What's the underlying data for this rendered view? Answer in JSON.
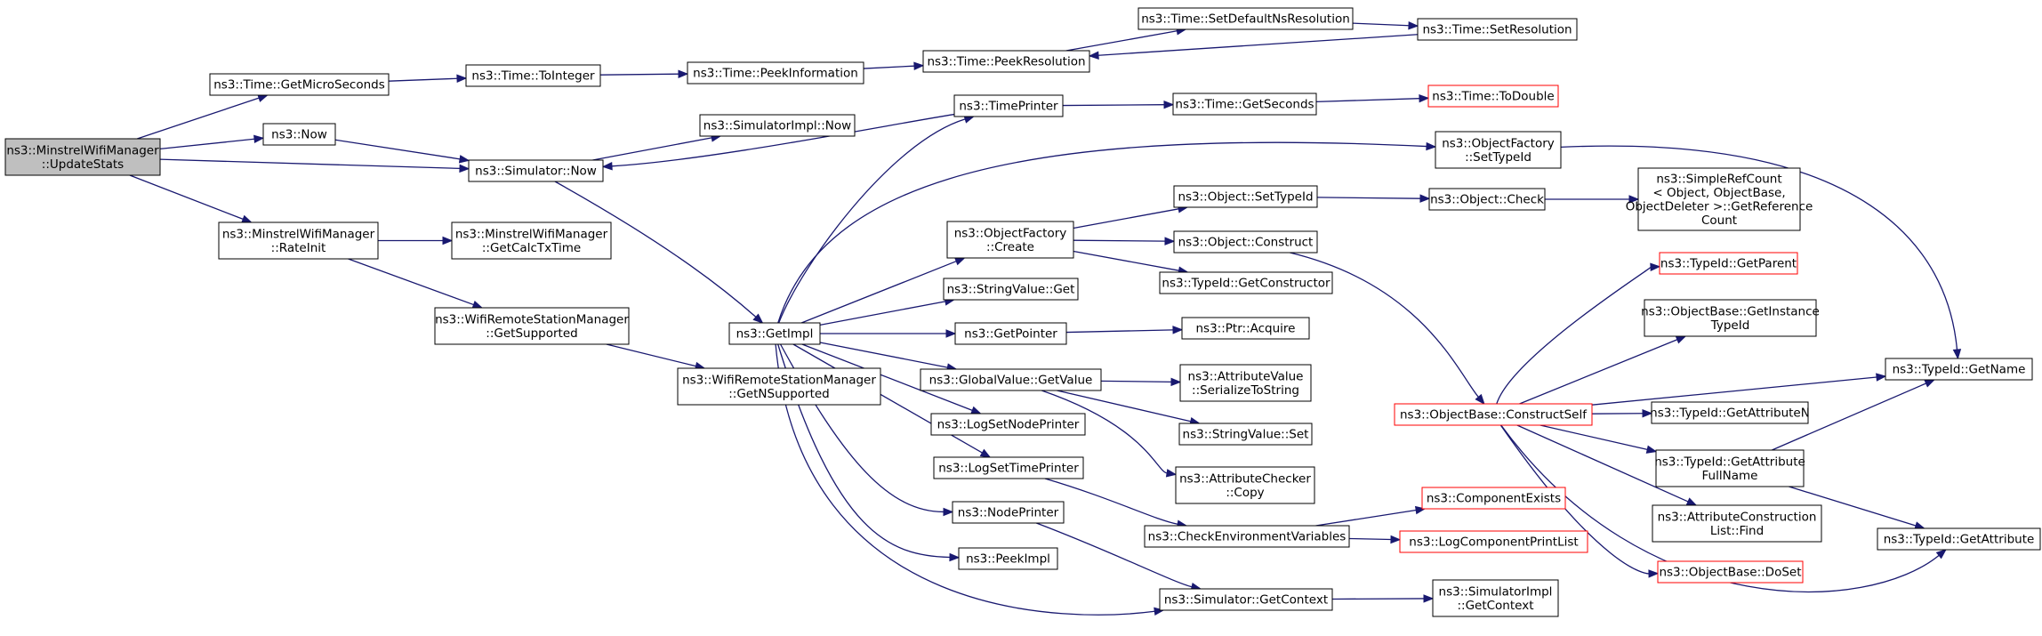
{
  "nodes": {
    "n1": {
      "lines": [
        "ns3::MinstrelWifiManager",
        "::UpdateStats"
      ],
      "style": "root"
    },
    "n2": {
      "lines": [
        "ns3::Time::GetMicroSeconds"
      ],
      "style": "normal"
    },
    "n3": {
      "lines": [
        "ns3::Time::ToInteger"
      ],
      "style": "normal"
    },
    "n4": {
      "lines": [
        "ns3::Time::PeekInformation"
      ],
      "style": "normal"
    },
    "n5": {
      "lines": [
        "ns3::Time::PeekResolution"
      ],
      "style": "normal"
    },
    "n6": {
      "lines": [
        "ns3::Time::SetDefaultNsResolution"
      ],
      "style": "normal"
    },
    "n7": {
      "lines": [
        "ns3::Time::SetResolution"
      ],
      "style": "normal"
    },
    "n8": {
      "lines": [
        "ns3::Now"
      ],
      "style": "normal"
    },
    "n9": {
      "lines": [
        "ns3::Simulator::Now"
      ],
      "style": "normal"
    },
    "n10": {
      "lines": [
        "ns3::SimulatorImpl::Now"
      ],
      "style": "normal"
    },
    "n11": {
      "lines": [
        "ns3::TimePrinter"
      ],
      "style": "normal"
    },
    "n12": {
      "lines": [
        "ns3::Time::GetSeconds"
      ],
      "style": "normal"
    },
    "n13": {
      "lines": [
        "ns3::Time::ToDouble"
      ],
      "style": "red"
    },
    "n14": {
      "lines": [
        "ns3::ObjectFactory",
        "::SetTypeId"
      ],
      "style": "normal"
    },
    "n15": {
      "lines": [
        "ns3::MinstrelWifiManager",
        "::RateInit"
      ],
      "style": "normal"
    },
    "n16": {
      "lines": [
        "ns3::MinstrelWifiManager",
        "::GetCalcTxTime"
      ],
      "style": "normal"
    },
    "n17": {
      "lines": [
        "ns3::ObjectFactory",
        "::Create"
      ],
      "style": "normal"
    },
    "n18": {
      "lines": [
        "ns3::Object::SetTypeId"
      ],
      "style": "normal"
    },
    "n19": {
      "lines": [
        "ns3::Object::Check"
      ],
      "style": "normal"
    },
    "n20": {
      "lines": [
        "ns3::SimpleRefCount",
        "< Object, ObjectBase,",
        " ObjectDeleter >::GetReference",
        "Count"
      ],
      "style": "normal"
    },
    "n21": {
      "lines": [
        "ns3::Object::Construct"
      ],
      "style": "normal"
    },
    "n22": {
      "lines": [
        "ns3::TypeId::GetConstructor"
      ],
      "style": "normal"
    },
    "n23": {
      "lines": [
        "ns3::StringValue::Get"
      ],
      "style": "normal"
    },
    "n24": {
      "lines": [
        "ns3::TypeId::GetParent"
      ],
      "style": "red"
    },
    "n25": {
      "lines": [
        "ns3::WifiRemoteStationManager",
        "::GetSupported"
      ],
      "style": "normal"
    },
    "n26": {
      "lines": [
        "ns3::GetImpl"
      ],
      "style": "normal"
    },
    "n27": {
      "lines": [
        "ns3::GetPointer"
      ],
      "style": "normal"
    },
    "n28": {
      "lines": [
        "ns3::Ptr::Acquire"
      ],
      "style": "normal"
    },
    "n29": {
      "lines": [
        "ns3::ObjectBase::GetInstance",
        "TypeId"
      ],
      "style": "normal"
    },
    "n30": {
      "lines": [
        "ns3::TypeId::GetName"
      ],
      "style": "normal"
    },
    "n31": {
      "lines": [
        "ns3::WifiRemoteStationManager",
        "::GetNSupported"
      ],
      "style": "normal"
    },
    "n32": {
      "lines": [
        "ns3::GlobalValue::GetValue"
      ],
      "style": "normal"
    },
    "n33": {
      "lines": [
        "ns3::AttributeValue",
        "::SerializeToString"
      ],
      "style": "normal"
    },
    "n34": {
      "lines": [
        "ns3::ObjectBase::ConstructSelf"
      ],
      "style": "red"
    },
    "n35": {
      "lines": [
        "ns3::TypeId::GetAttributeN"
      ],
      "style": "normal"
    },
    "n36": {
      "lines": [
        "ns3::LogSetNodePrinter"
      ],
      "style": "normal"
    },
    "n37": {
      "lines": [
        "ns3::StringValue::Set"
      ],
      "style": "normal"
    },
    "n38": {
      "lines": [
        "ns3::TypeId::GetAttribute",
        "FullName"
      ],
      "style": "normal"
    },
    "n39": {
      "lines": [
        "ns3::LogSetTimePrinter"
      ],
      "style": "normal"
    },
    "n40": {
      "lines": [
        "ns3::AttributeChecker",
        "::Copy"
      ],
      "style": "normal"
    },
    "n41": {
      "lines": [
        "ns3::ComponentExists"
      ],
      "style": "red"
    },
    "n42": {
      "lines": [
        "ns3::NodePrinter"
      ],
      "style": "normal"
    },
    "n43": {
      "lines": [
        "ns3::AttributeConstruction",
        "List::Find"
      ],
      "style": "normal"
    },
    "n44": {
      "lines": [
        "ns3::CheckEnvironmentVariables"
      ],
      "style": "normal"
    },
    "n45": {
      "lines": [
        "ns3::LogComponentPrintList"
      ],
      "style": "red"
    },
    "n46": {
      "lines": [
        "ns3::TypeId::GetAttribute"
      ],
      "style": "normal"
    },
    "n47": {
      "lines": [
        "ns3::PeekImpl"
      ],
      "style": "normal"
    },
    "n48": {
      "lines": [
        "ns3::ObjectBase::DoSet"
      ],
      "style": "red"
    },
    "n49": {
      "lines": [
        "ns3::Simulator::GetContext"
      ],
      "style": "normal"
    },
    "n50": {
      "lines": [
        "ns3::SimulatorImpl",
        "::GetContext"
      ],
      "style": "normal"
    }
  },
  "edges": [
    [
      "n1",
      "n2"
    ],
    [
      "n1",
      "n8"
    ],
    [
      "n1",
      "n9"
    ],
    [
      "n1",
      "n15"
    ],
    [
      "n2",
      "n3"
    ],
    [
      "n3",
      "n4"
    ],
    [
      "n4",
      "n5"
    ],
    [
      "n5",
      "n6"
    ],
    [
      "n6",
      "n7"
    ],
    [
      "n7",
      "n5"
    ],
    [
      "n8",
      "n9"
    ],
    [
      "n9",
      "n10"
    ],
    [
      "n9",
      "n26"
    ],
    [
      "n11",
      "n9"
    ],
    [
      "n11",
      "n12"
    ],
    [
      "n12",
      "n13"
    ],
    [
      "n15",
      "n16"
    ],
    [
      "n15",
      "n25"
    ],
    [
      "n25",
      "n31"
    ],
    [
      "n26",
      "n11"
    ],
    [
      "n26",
      "n14"
    ],
    [
      "n26",
      "n17"
    ],
    [
      "n26",
      "n23"
    ],
    [
      "n26",
      "n27"
    ],
    [
      "n26",
      "n32"
    ],
    [
      "n26",
      "n36"
    ],
    [
      "n26",
      "n39"
    ],
    [
      "n26",
      "n42"
    ],
    [
      "n26",
      "n47"
    ],
    [
      "n26",
      "n49"
    ],
    [
      "n14",
      "n30"
    ],
    [
      "n17",
      "n18"
    ],
    [
      "n17",
      "n21"
    ],
    [
      "n17",
      "n22"
    ],
    [
      "n18",
      "n19"
    ],
    [
      "n19",
      "n20"
    ],
    [
      "n21",
      "n34"
    ],
    [
      "n27",
      "n28"
    ],
    [
      "n32",
      "n33"
    ],
    [
      "n32",
      "n37"
    ],
    [
      "n32",
      "n40"
    ],
    [
      "n39",
      "n44"
    ],
    [
      "n42",
      "n49"
    ],
    [
      "n44",
      "n41"
    ],
    [
      "n44",
      "n45"
    ],
    [
      "n49",
      "n50"
    ],
    [
      "n34",
      "n24"
    ],
    [
      "n34",
      "n29"
    ],
    [
      "n34",
      "n30"
    ],
    [
      "n34",
      "n35"
    ],
    [
      "n34",
      "n38"
    ],
    [
      "n34",
      "n43"
    ],
    [
      "n34",
      "n48"
    ],
    [
      "n34",
      "n46"
    ],
    [
      "n38",
      "n30"
    ],
    [
      "n38",
      "n46"
    ]
  ]
}
